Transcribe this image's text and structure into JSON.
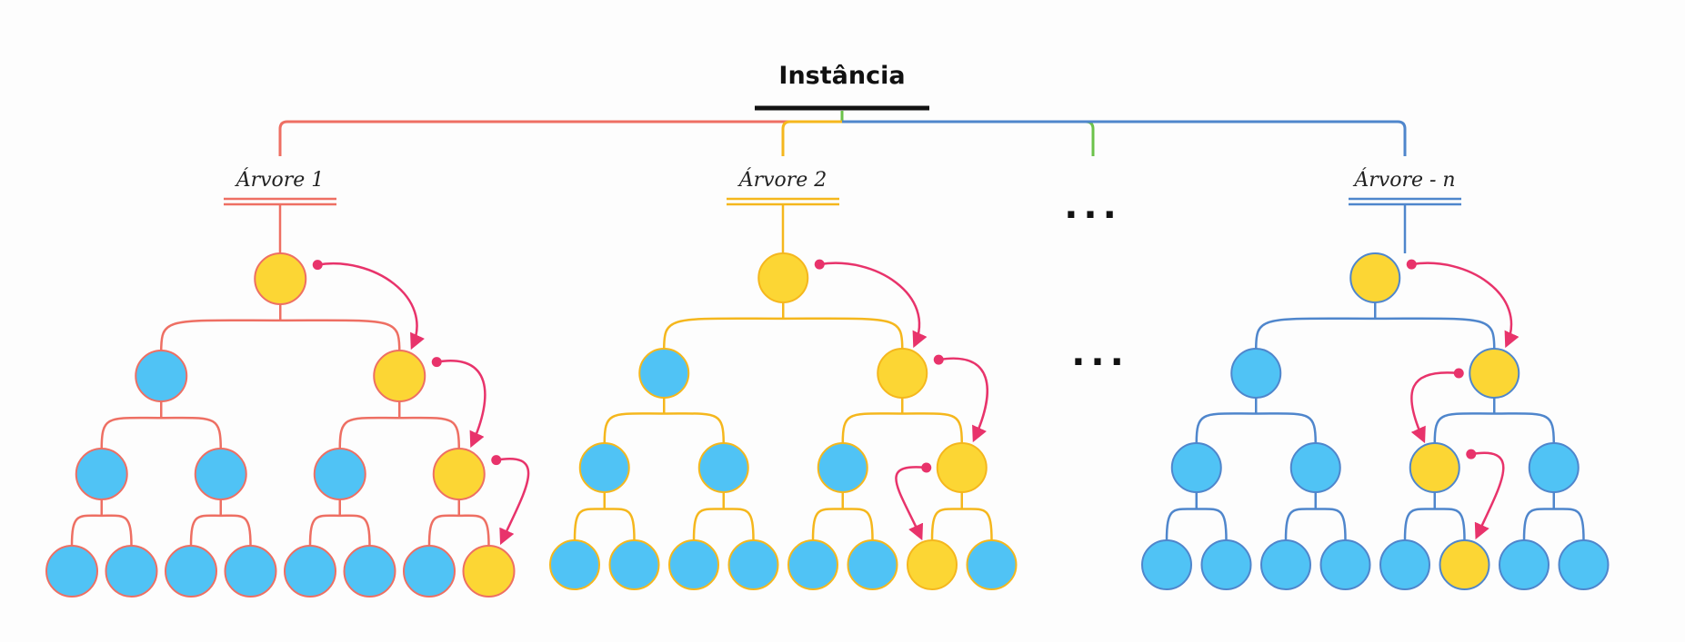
{
  "root": {
    "label": "Instância"
  },
  "palette": {
    "root_underline": "#111111",
    "arrow": "#e8336b",
    "node_blue": "#50c3f5",
    "node_yellow": "#fcd634",
    "link_ellipsis": "#6cc24a"
  },
  "ellipsis_label": "...",
  "trees": [
    {
      "label": "Árvore 1",
      "color": "#ee6f63",
      "levels": [
        [
          "yellow"
        ],
        [
          "blue",
          "yellow"
        ],
        [
          "blue",
          "blue",
          "blue",
          "yellow"
        ],
        [
          "blue",
          "blue",
          "blue",
          "blue",
          "blue",
          "blue",
          "blue",
          "yellow"
        ]
      ],
      "arrows": [
        {
          "from": [
            0,
            0
          ],
          "to": [
            1,
            1
          ]
        },
        {
          "from": [
            1,
            1
          ],
          "to": [
            2,
            3
          ]
        },
        {
          "from": [
            2,
            3
          ],
          "to": [
            3,
            7
          ]
        }
      ]
    },
    {
      "label": "Árvore 2",
      "color": "#f5b71d",
      "levels": [
        [
          "yellow"
        ],
        [
          "blue",
          "yellow"
        ],
        [
          "blue",
          "blue",
          "blue",
          "yellow"
        ],
        [
          "blue",
          "blue",
          "blue",
          "blue",
          "blue",
          "blue",
          "yellow",
          "blue"
        ]
      ],
      "arrows": [
        {
          "from": [
            0,
            0
          ],
          "to": [
            1,
            1
          ]
        },
        {
          "from": [
            1,
            1
          ],
          "to": [
            2,
            3
          ]
        },
        {
          "from": [
            2,
            3
          ],
          "to": [
            3,
            6
          ]
        }
      ]
    },
    {
      "label": "Árvore - n",
      "color": "#4f86cc",
      "levels": [
        [
          "yellow"
        ],
        [
          "blue",
          "yellow"
        ],
        [
          "blue",
          "blue",
          "yellow",
          "blue"
        ],
        [
          "blue",
          "blue",
          "blue",
          "blue",
          "blue",
          "yellow",
          "blue",
          "blue"
        ]
      ],
      "arrows": [
        {
          "from": [
            0,
            0
          ],
          "to": [
            1,
            1
          ]
        },
        {
          "from": [
            1,
            1
          ],
          "to": [
            2,
            2
          ]
        },
        {
          "from": [
            2,
            2
          ],
          "to": [
            3,
            5
          ]
        }
      ]
    }
  ]
}
